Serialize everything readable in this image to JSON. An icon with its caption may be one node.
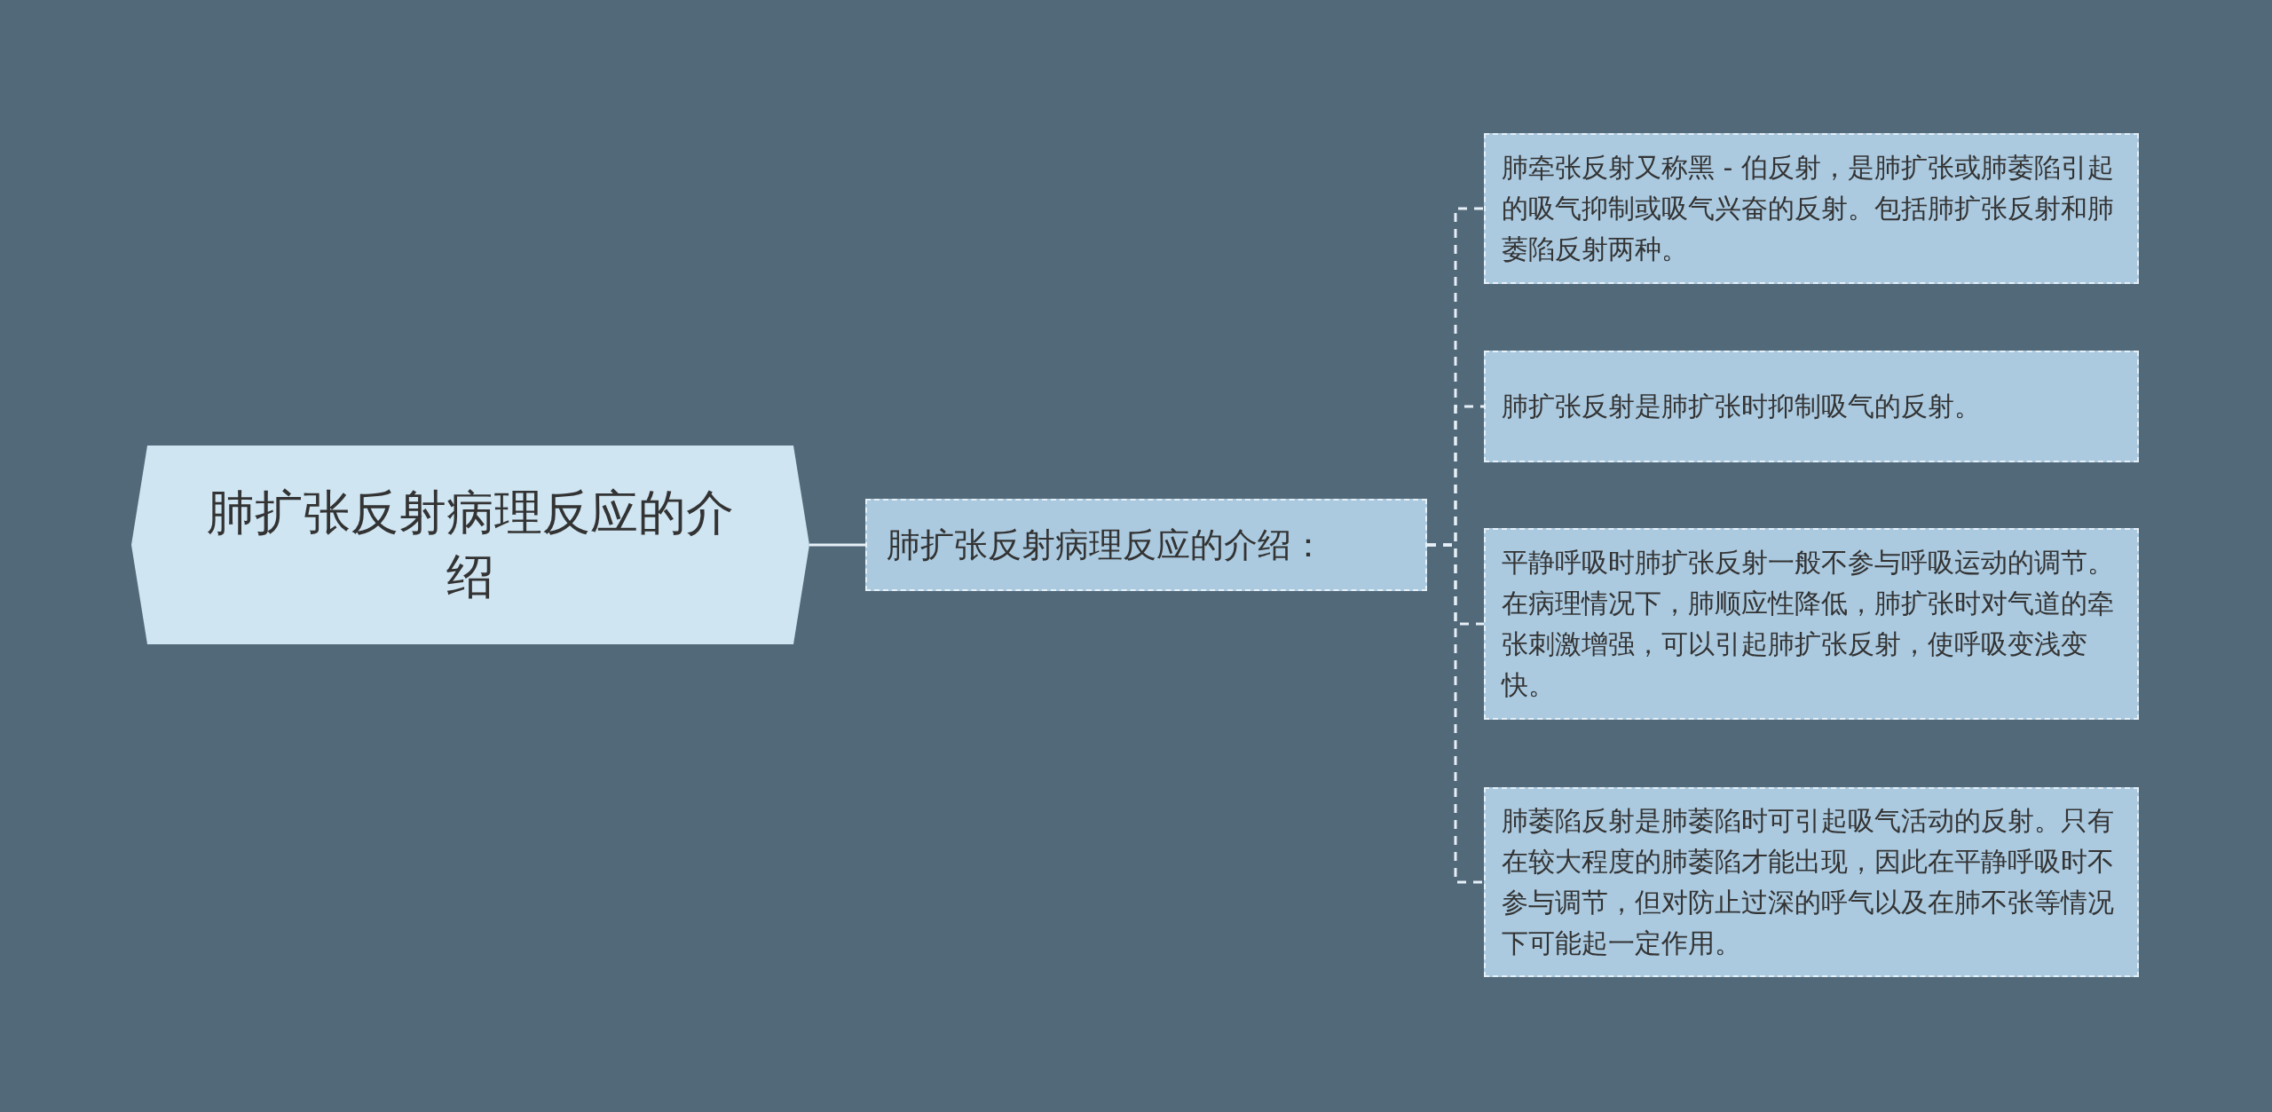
{
  "diagram": {
    "nodes": [
      {
        "text": [
          "肺扩张反射病理反应的介绍"
        ]
      },
      {
        "text": [
          "肺扩张反射病理反应的介绍："
        ]
      },
      {
        "text": [
          "肺牵张反射又称黑 - 伯反射，是肺扩张或肺萎陷引起的吸气抑制或吸气兴奋的反射。包括肺扩张反射和肺萎陷反射两种。"
        ]
      },
      {
        "text": [
          "肺扩张反射是肺扩张时抑制吸气的反射。"
        ]
      },
      {
        "text": [
          "平静呼吸时肺扩张反射一般不参与呼吸运动的调节。在病理情况下，肺顺应性降低，肺扩张时对气道的牵张刺激增强，可以引起肺扩张反射，使呼吸变浅变快。"
        ]
      },
      {
        "text": [
          "肺萎陷反射是肺萎陷时可引起吸气活动的反射。只有在较大程度的肺萎陷才能出现，因此在平静呼吸时不参与调节，但对防止过深的呼气以及在肺不张等情况下可能起一定作用。"
        ]
      }
    ],
    "edges": [
      {
        "from": 0,
        "to": 1,
        "arrow": "none"
      },
      {
        "from": 1,
        "to": 2,
        "arrow": "none",
        "style": "dashed"
      },
      {
        "from": 1,
        "to": 3,
        "arrow": "none",
        "style": "dashed"
      },
      {
        "from": 1,
        "to": 4,
        "arrow": "none",
        "style": "dashed"
      },
      {
        "from": 1,
        "to": 5,
        "arrow": "none",
        "style": "dashed"
      }
    ]
  }
}
